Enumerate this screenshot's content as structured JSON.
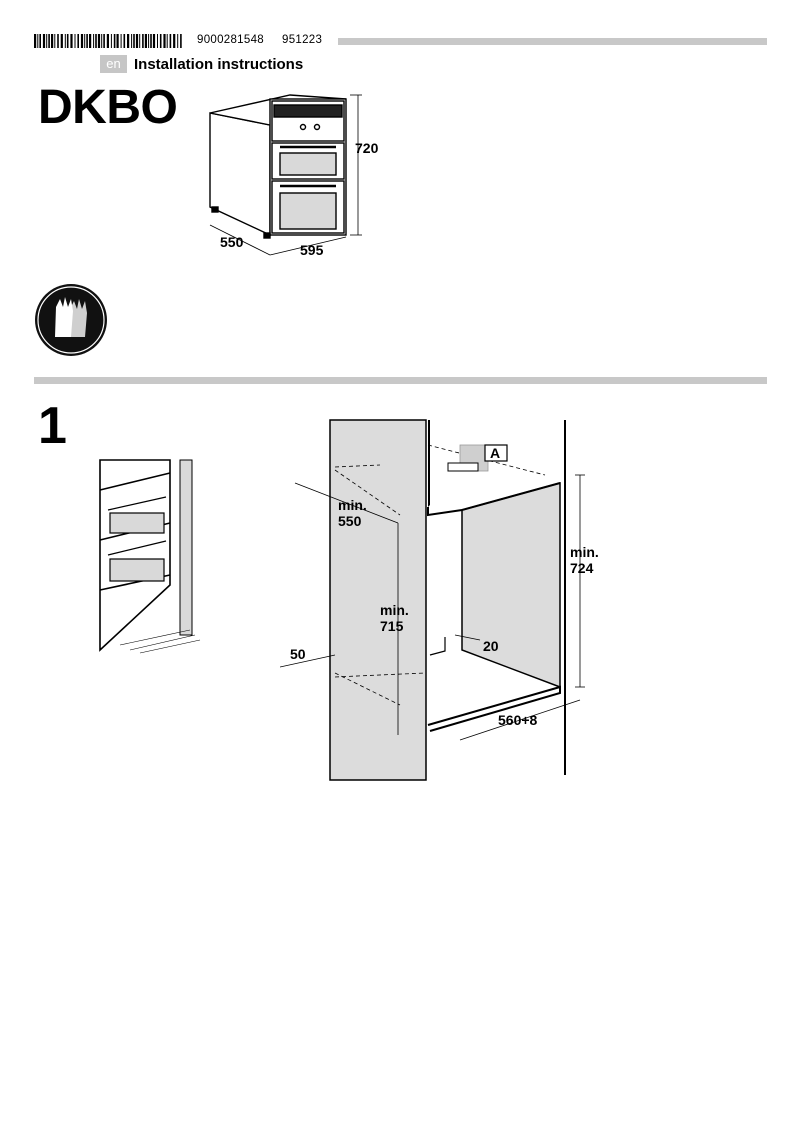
{
  "header": {
    "doc_number": "9000281548",
    "doc_date": "951223",
    "language": "en",
    "title": "Installation instructions",
    "model": "DKBO"
  },
  "product_dimensions": {
    "height": "720",
    "depth": "550",
    "width": "595"
  },
  "safety_icon": "protective-gloves-icon",
  "step": {
    "number": "1",
    "dimensions": {
      "depth_label": "min.",
      "depth_value": "550",
      "height_inner_label": "min.",
      "height_inner_value": "715",
      "height_outer_label": "min.",
      "height_outer_value": "724",
      "front_gap": "50",
      "ledge": "20",
      "width": "560+8",
      "bracket_label": "A"
    }
  },
  "colors": {
    "rule_gray": "#c8c8c8",
    "panel_gray": "#dcdcdc",
    "badge_gray": "#c6c6c6",
    "icon_dark": "#111111"
  }
}
